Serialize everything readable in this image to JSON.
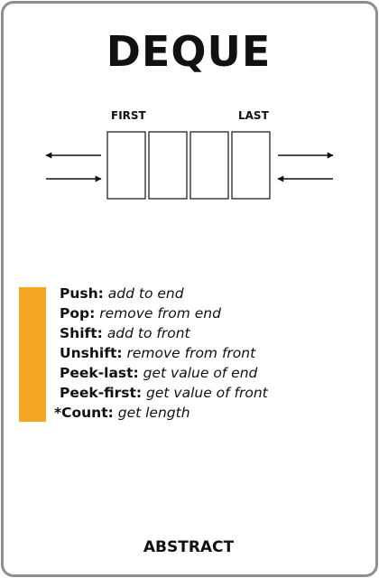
{
  "card": {
    "title": "DEQUE",
    "footer": "ABSTRACT",
    "accent_color": "#f5a623",
    "border_color": "#8e8e8e"
  },
  "diagram": {
    "first_label": "FIRST",
    "last_label": "LAST",
    "slot_count": 4,
    "arrows": {
      "left": [
        "arrow-left-icon",
        "arrow-right-icon"
      ],
      "right": [
        "arrow-right-icon",
        "arrow-left-icon"
      ]
    }
  },
  "operations": [
    {
      "name": "Push:",
      "desc": "add to end"
    },
    {
      "name": "Pop:",
      "desc": "remove from end"
    },
    {
      "name": "Shift:",
      "desc": "add to front"
    },
    {
      "name": "Unshift:",
      "desc": "remove from front"
    },
    {
      "name": "Peek-last:",
      "desc": "get value of end"
    },
    {
      "name": "Peek-first:",
      "desc": "get value of front"
    },
    {
      "name": "*Count:",
      "desc": "get length"
    }
  ]
}
